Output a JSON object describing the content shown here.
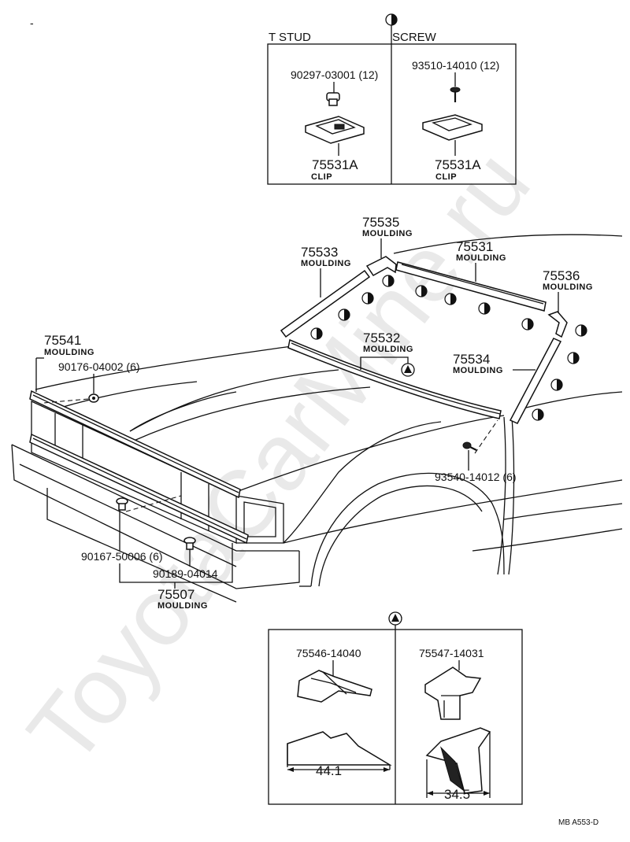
{
  "corner_mark": "-",
  "stud_box": {
    "header_stud": "T STUD",
    "header_screw": "SCREW",
    "stud_part": "90297-03001 (12)",
    "screw_part": "93510-14010 (12)",
    "clip_left_no": "75531A",
    "clip_left_name": "CLIP",
    "clip_right_no": "75531A",
    "clip_right_name": "CLIP"
  },
  "parts": {
    "p75535": {
      "no": "75535",
      "name": "MOULDING"
    },
    "p75533": {
      "no": "75533",
      "name": "MOULDING"
    },
    "p75531": {
      "no": "75531",
      "name": "MOULDING"
    },
    "p75536": {
      "no": "75536",
      "name": "MOULDING"
    },
    "p75532": {
      "no": "75532",
      "name": "MOULDING"
    },
    "p75534": {
      "no": "75534",
      "name": "MOULDING"
    },
    "p75541": {
      "no": "75541",
      "name": "MOULDING"
    },
    "p75507": {
      "no": "75507",
      "name": "MOULDING"
    },
    "bolt_90176": "90176-04002 (6)",
    "bolt_93540": "93540-14012 (6)",
    "clip_90167": "90167-50006 (6)",
    "clip_90189": "90189-04014"
  },
  "clip_box": {
    "left_part": "75546-14040",
    "right_part": "75547-14031",
    "left_dim": "44.1",
    "right_dim": "34.5"
  },
  "footer_code": "MB A553-D",
  "watermark": "ToyotaCarMine.ru"
}
